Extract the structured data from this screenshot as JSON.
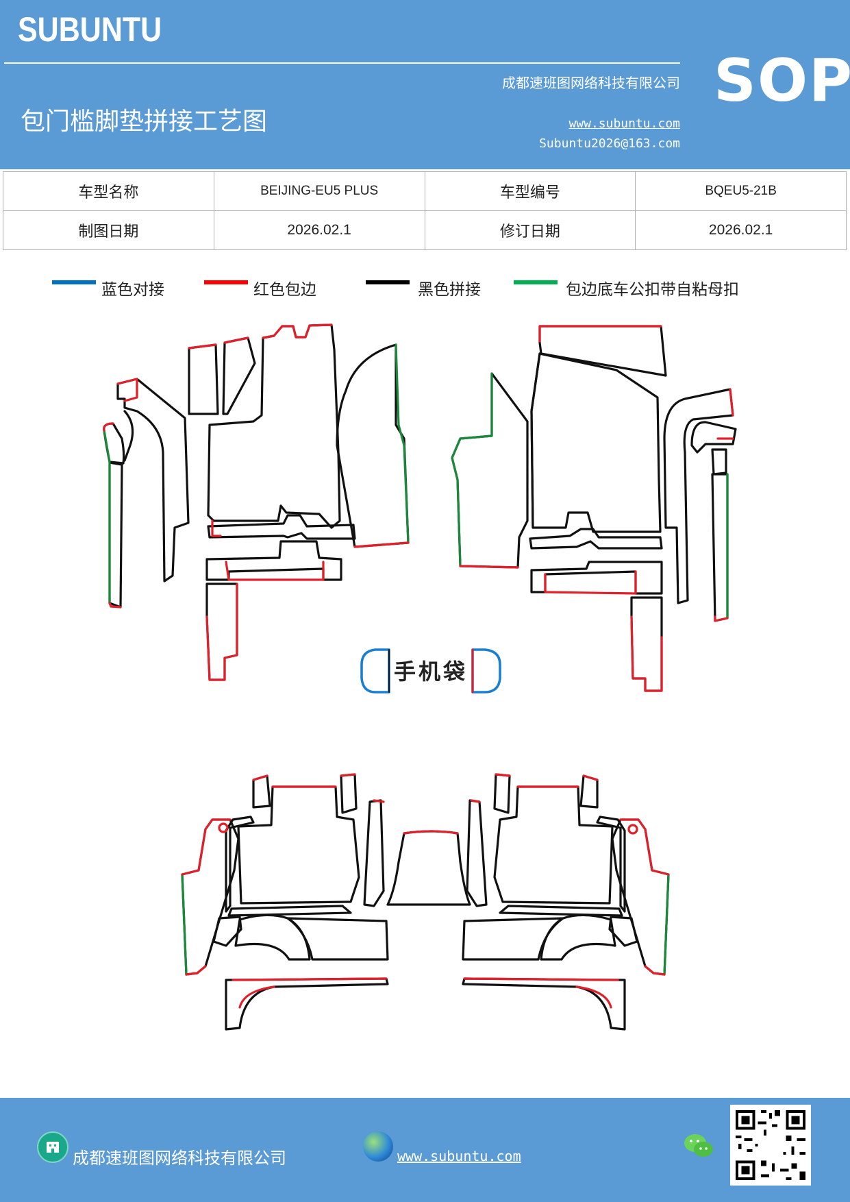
{
  "header": {
    "brand": "SUBUNTU",
    "sop": "SOP",
    "company": "成都速班图网络科技有限公司",
    "title": "包门槛脚垫拼接工艺图",
    "website": "www.subuntu.com",
    "email": "Subuntu2026@163.com"
  },
  "info_table": {
    "model_name_label": "车型名称",
    "model_name_value": "BEIJING-EU5 PLUS",
    "model_code_label": "车型编号",
    "model_code_value": "BQEU5-21B",
    "draw_date_label": "制图日期",
    "draw_date_value": "2026.02.1",
    "revise_date_label": "修订日期",
    "revise_date_value": "2026.02.1"
  },
  "legend": [
    {
      "label": "蓝色对接",
      "color": "#0070c0"
    },
    {
      "label": "红色包边",
      "color": "#ff0000"
    },
    {
      "label": "黑色拼接",
      "color": "#000000"
    },
    {
      "label": "包边底车公扣带自粘母扣",
      "color": "#00b050"
    }
  ],
  "diagram": {
    "phone_pocket_label": "手机袋",
    "colors": {
      "black": "#111111",
      "red": "#e0202a",
      "green": "#1a8a3a",
      "blue": "#1a7fd0"
    }
  },
  "footer": {
    "company": "成都速班图网络科技有限公司",
    "website": "www.subuntu.com",
    "icons": [
      "building-icon",
      "globe-icon",
      "wechat-icon",
      "qr-code"
    ]
  }
}
